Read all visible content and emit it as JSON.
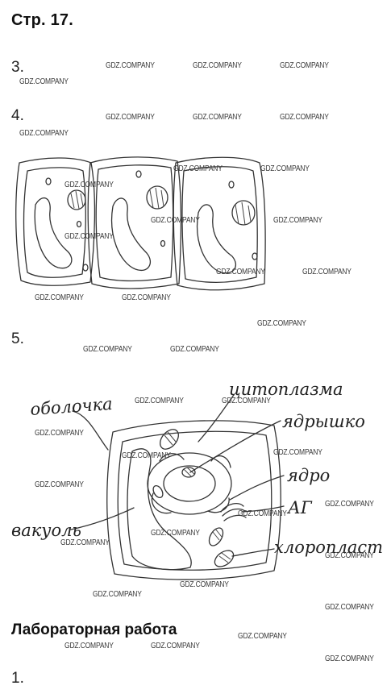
{
  "page": {
    "title": "Стр. 17.",
    "items": [
      "3.",
      "4.",
      "5.",
      "1."
    ],
    "lab_heading": "Лабораторная работа"
  },
  "watermark": {
    "text": "GDZ.COMPANY"
  },
  "figure_5": {
    "labels": {
      "membrane": "оболочка",
      "cytoplasm": "цитоплазма",
      "nucleolus": "ядрышко",
      "nucleus": "ядро",
      "golgi": "АГ",
      "vacuole": "вакуоль",
      "chloroplast": "хлоропласт"
    }
  }
}
